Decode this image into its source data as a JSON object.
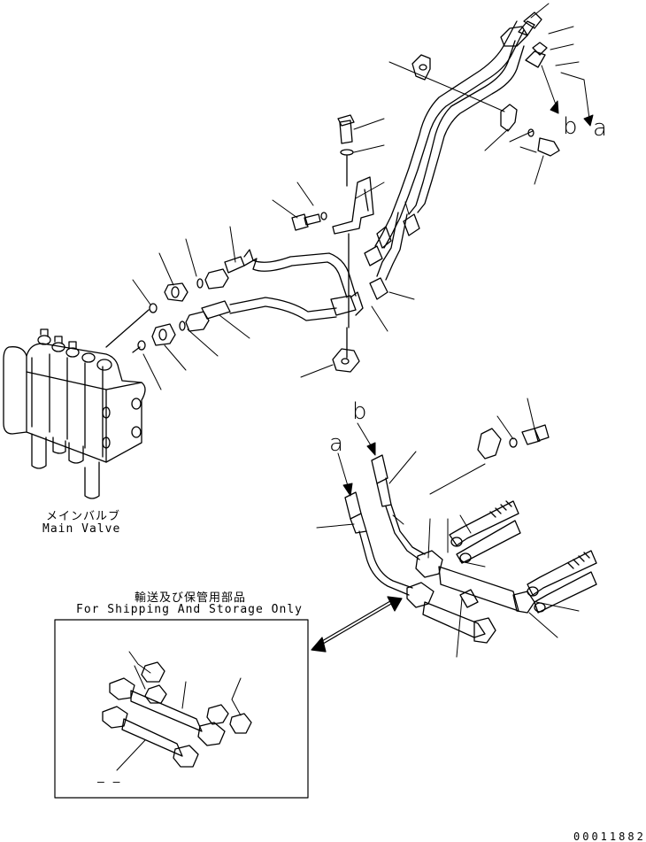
{
  "labels": {
    "main_valve_jp": "メインバルブ",
    "main_valve_en": "Main Valve",
    "shipping_jp": "輸送及び保管用部品",
    "shipping_en": "For Shipping And Storage Only",
    "callout_a": "a",
    "callout_b": "b",
    "dash_mark": "– –",
    "drawing_code": "00011882"
  },
  "colors": {
    "line": "#000000",
    "background": "#ffffff"
  }
}
